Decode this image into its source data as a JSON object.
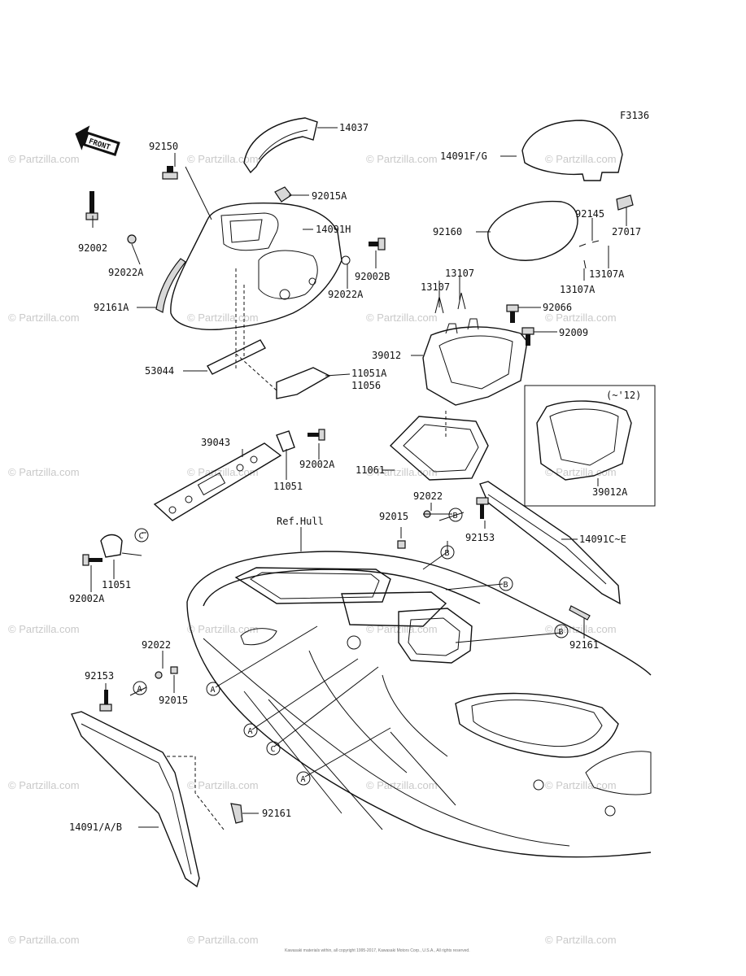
{
  "figure_code": "F3136",
  "front_label": "FRONT",
  "watermark": "© Partzilla.com",
  "footer": "Kawasaki materials within, all copyright 1995-2017, Kawasaki Motors Corp., U.S.A., All rights reserved.",
  "inset_label": "(~'12)",
  "ref_hull": "Ref.Hull",
  "callout_letters": [
    "A",
    "B",
    "C"
  ],
  "parts": {
    "p14037": "14037",
    "p92150": "92150",
    "p92015A": "92015A",
    "p14091H": "14091H",
    "p92002": "92002",
    "p92022A_left": "92022A",
    "p92002B": "92002B",
    "p92022A_right": "92022A",
    "p92161A": "92161A",
    "p53044": "53044",
    "p11051A": "11051A",
    "p11056": "11056",
    "p14091FG": "14091F/G",
    "p92145": "92145",
    "p27017": "27017",
    "p92160": "92160",
    "p13107_a": "13107",
    "p13107_b": "13107",
    "p13107A_a": "13107A",
    "p13107A_b": "13107A",
    "p92066": "92066",
    "p92009": "92009",
    "p39012": "39012",
    "p39012A": "39012A",
    "p39043": "39043",
    "p92002A_a": "92002A",
    "p11051_a": "11051",
    "p11061": "11061",
    "p92022_a": "92022",
    "p92015_a": "92015",
    "p92153_a": "92153",
    "p14091CE": "14091C~E",
    "p11051_b": "11051",
    "p92002A_b": "92002A",
    "p92161_a": "92161",
    "p92022_b": "92022",
    "p92153_b": "92153",
    "p92015_b": "92015",
    "p92161_b": "92161",
    "p14091AB": "14091/A/B"
  }
}
